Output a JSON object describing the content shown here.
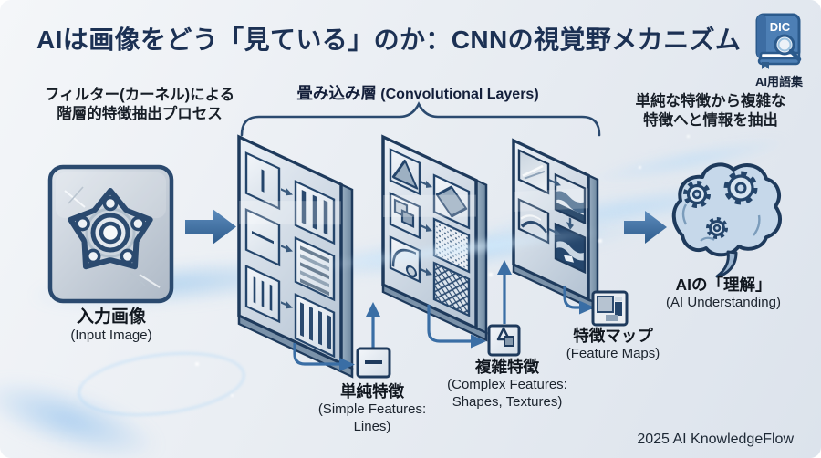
{
  "title": "AIは画像をどう「見ている」のか：CNNの視覚野メカニズム",
  "badge": {
    "book_text": "DIC",
    "label": "AI用語集"
  },
  "annotations": {
    "filter": {
      "line1": "フィルター(カーネル)による",
      "line2": "階層的特徴抽出プロセス"
    },
    "conv_layers": {
      "jp": "畳み込み層",
      "en": "(Convolutional Layers)"
    },
    "extraction": {
      "line1": "単純な特徴から複雑な",
      "line2": "特徴へと情報を抽出"
    }
  },
  "nodes": {
    "input": {
      "jp": "入力画像",
      "en": "(Input Image)"
    },
    "simple": {
      "jp": "単純特徴",
      "en1": "(Simple Features:",
      "en2": "Lines)"
    },
    "complex": {
      "jp": "複雑特徴",
      "en1": "(Complex Features:",
      "en2": "Shapes, Textures)"
    },
    "feature_maps": {
      "jp": "特徴マップ",
      "en": "(Feature Maps)"
    },
    "understanding": {
      "jp": "AIの「理解」",
      "en": "(AI Understanding)"
    }
  },
  "footer": "2025 AI KnowledgeFlow",
  "icons": {
    "badge": "dictionary-book-icon",
    "badge_overlay": "magnifier-icon",
    "input": "machine-part-image-icon",
    "simple": "horizontal-line-icon",
    "complex": "triangle-square-icon",
    "feature_maps": "block-grid-icon",
    "understanding": "brain-gears-icon"
  },
  "colors": {
    "navy": "#1e3a5c",
    "steel_blue": "#3a6ea5",
    "panel_light": "#e9eff5",
    "panel_dark": "#b7c5d4",
    "book_blue": "#4d7fb5",
    "glow_blue": "#9fd0f5",
    "background": "#edf0f4"
  }
}
